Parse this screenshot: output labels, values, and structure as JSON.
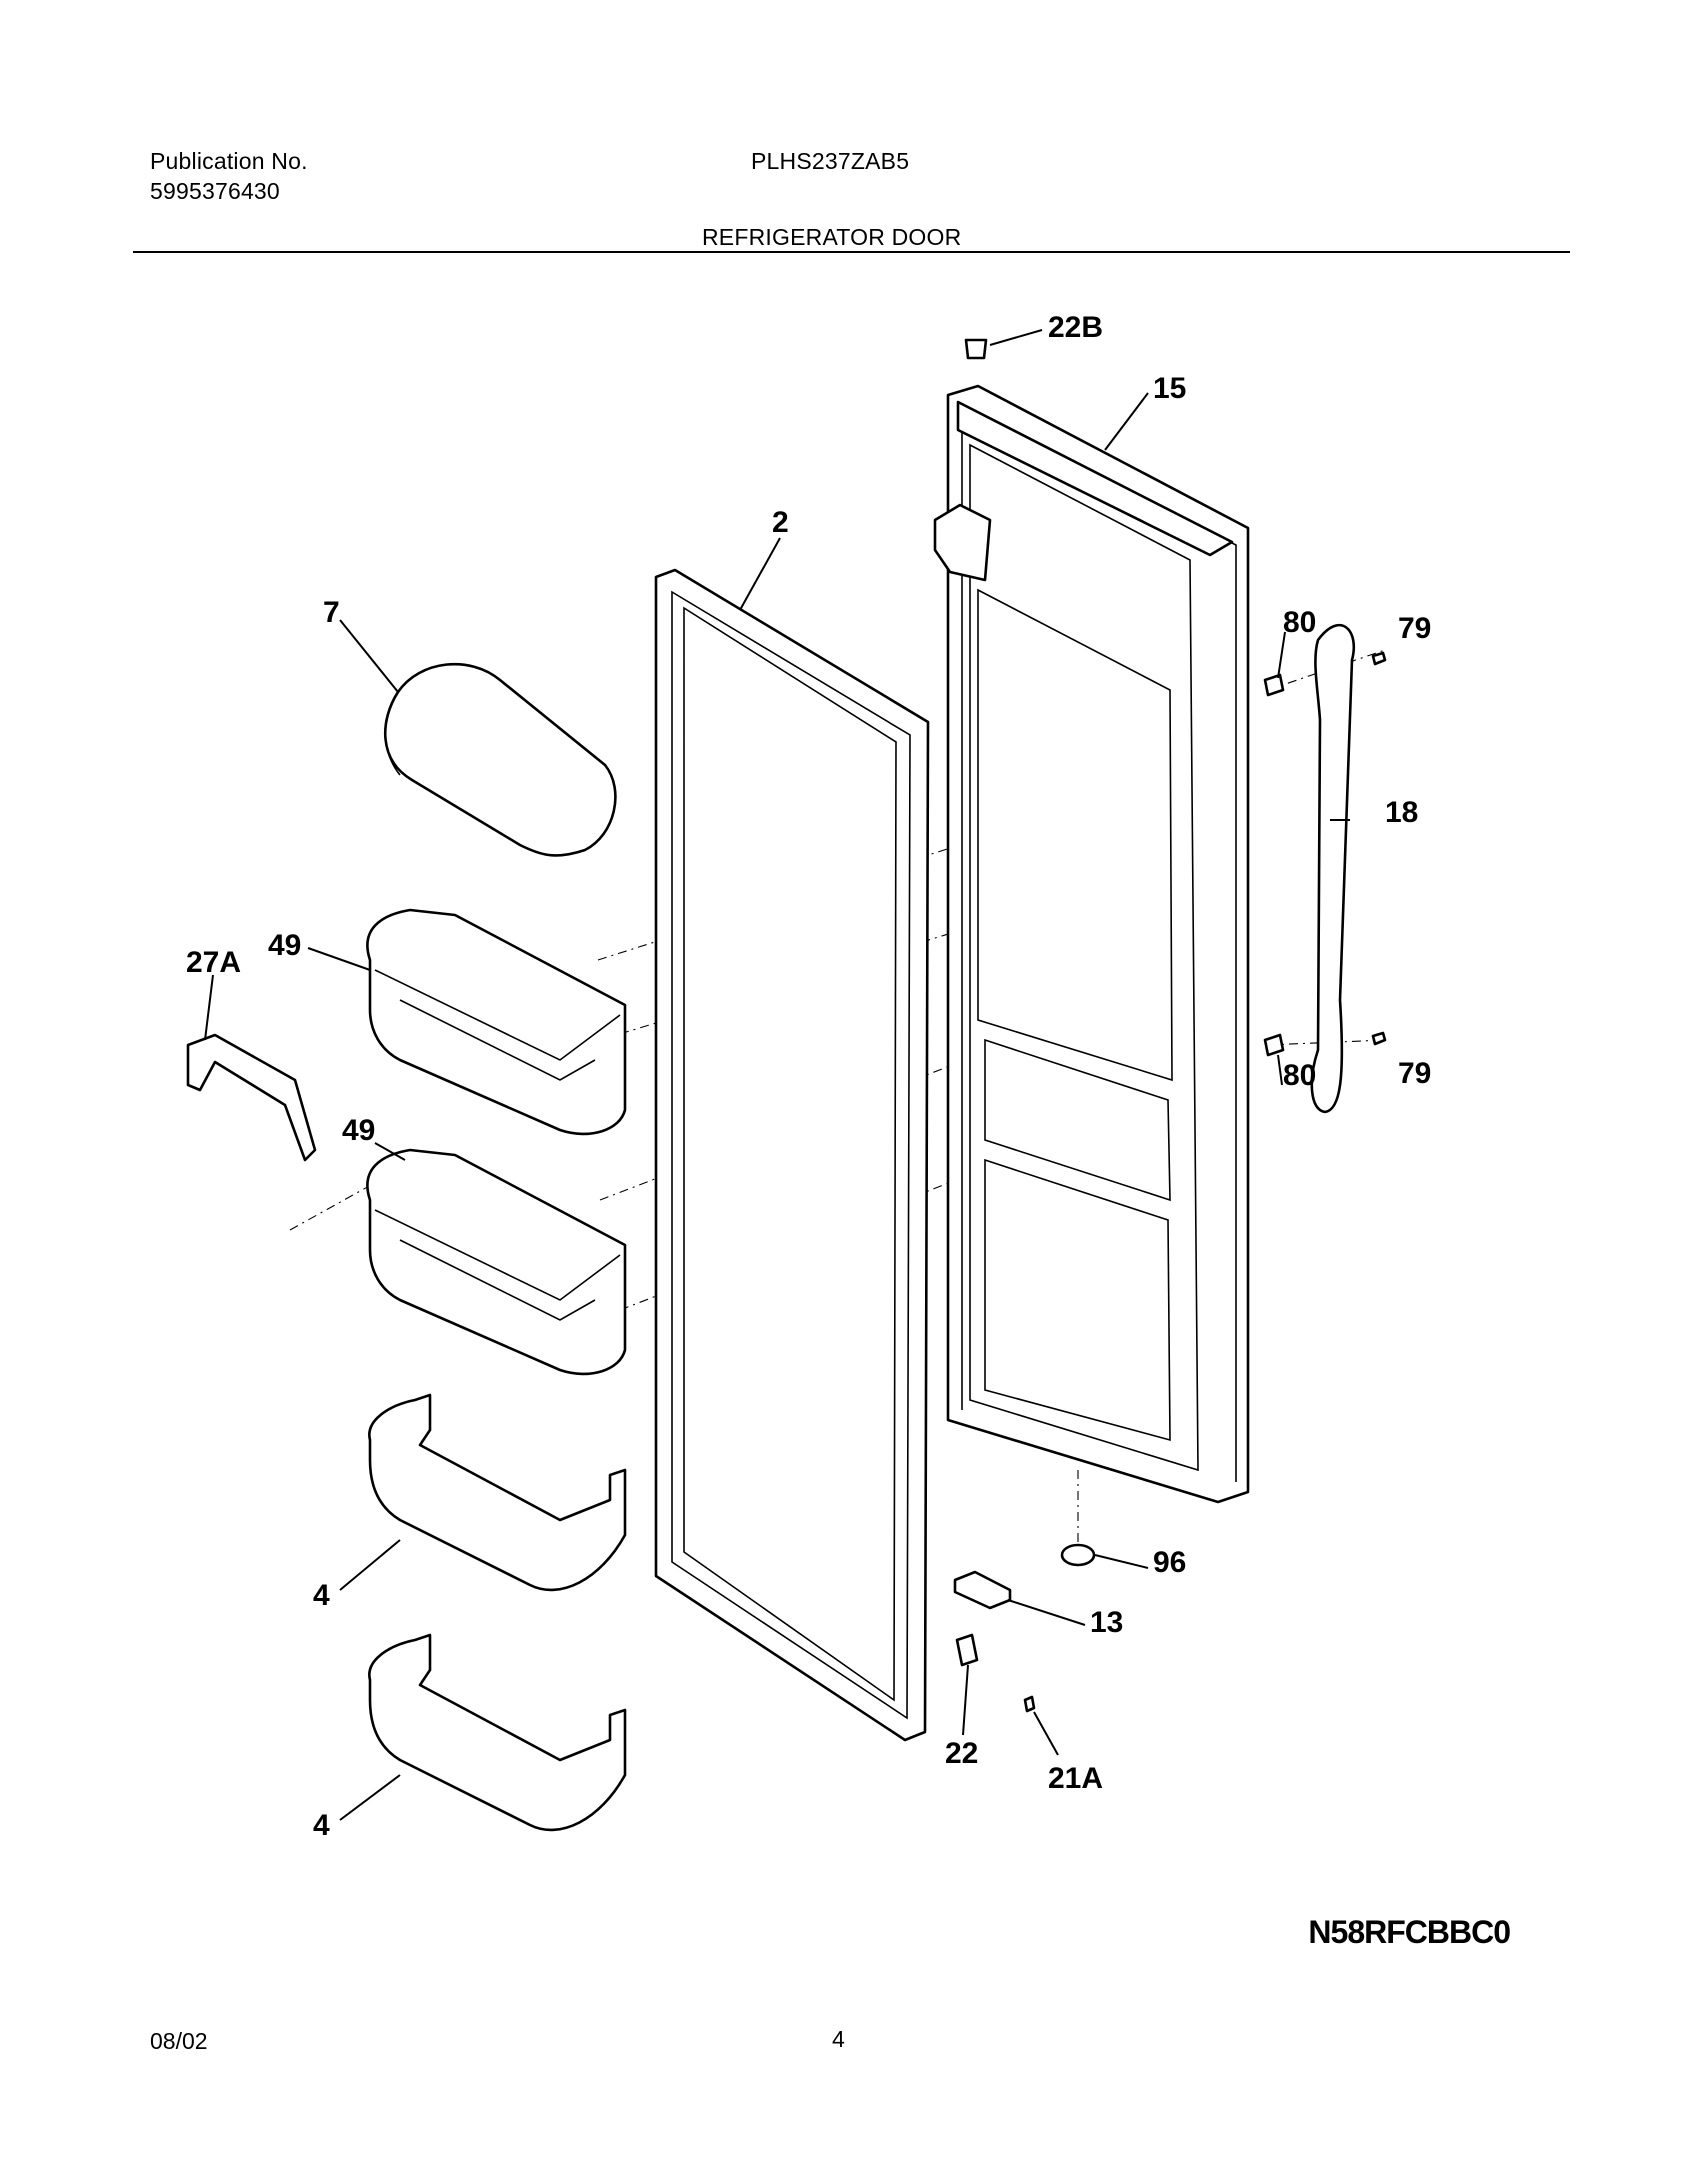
{
  "header": {
    "publication_label": "Publication No.",
    "publication_number": "5995376430",
    "model": "PLHS237ZAB5",
    "section_title": "REFRIGERATOR DOOR"
  },
  "diagram": {
    "callouts": [
      "22B",
      "15",
      "2",
      "7",
      "80",
      "79",
      "18",
      "27A",
      "49",
      "49",
      "80",
      "79",
      "4",
      "96",
      "13",
      "22",
      "21A",
      "4"
    ],
    "drawing_code": "N58RFCBBC0"
  },
  "footer": {
    "date": "08/02",
    "page": "4"
  }
}
